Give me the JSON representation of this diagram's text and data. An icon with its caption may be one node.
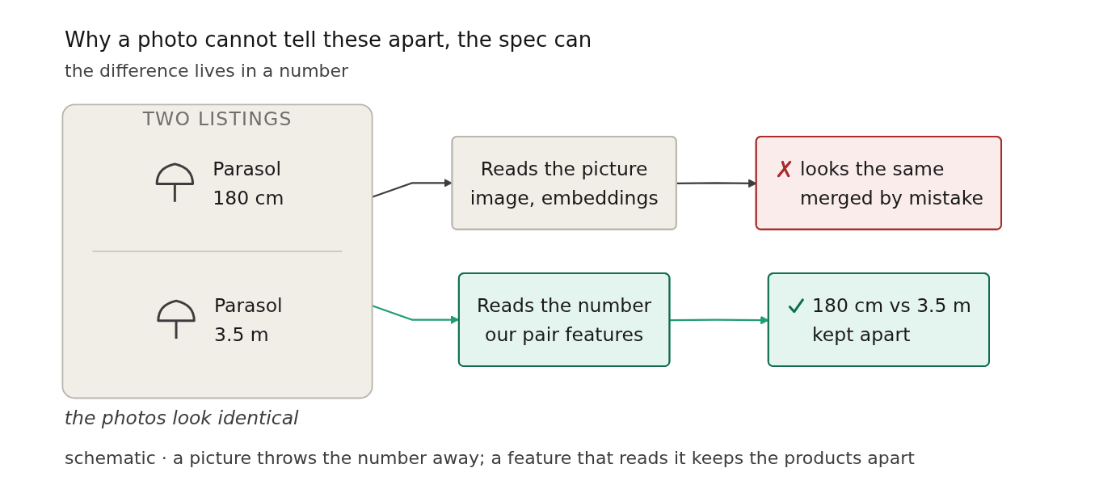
{
  "diagram": {
    "title": "Why a photo cannot tell these apart, the spec can",
    "caption": "schematic · a picture throws the number away; a feature that reads it keeps the products apart",
    "nodes": [
      {
        "text": [
          "TWO LISTINGS"
        ],
        "beside": [
          "the photos look identical"
        ]
      },
      {
        "text": [
          "Parasol",
          "180 cm"
        ],
        "in": 0
      },
      {
        "text": [
          "Parasol",
          "3.5 m"
        ],
        "in": 0
      },
      {
        "text": [
          "Reads the picture",
          "image, embeddings"
        ]
      },
      {
        "text": [
          "Reads the number",
          "our pair features"
        ]
      },
      {
        "text": [
          "looks the same",
          "merged by mistake"
        ]
      },
      {
        "text": [
          "180 cm vs 3.5 m",
          "kept apart"
        ]
      }
    ],
    "edges": [
      {
        "from": 0,
        "to": 3,
        "arrow": "to"
      },
      {
        "from": 0,
        "to": 4,
        "arrow": "to",
        "color": "#1f9e74"
      },
      {
        "from": 3,
        "to": 5,
        "arrow": "to"
      },
      {
        "from": 4,
        "to": 6,
        "arrow": "to",
        "color": "#1f9e74"
      }
    ],
    "labels": [
      "the difference lives in a number"
    ]
  }
}
